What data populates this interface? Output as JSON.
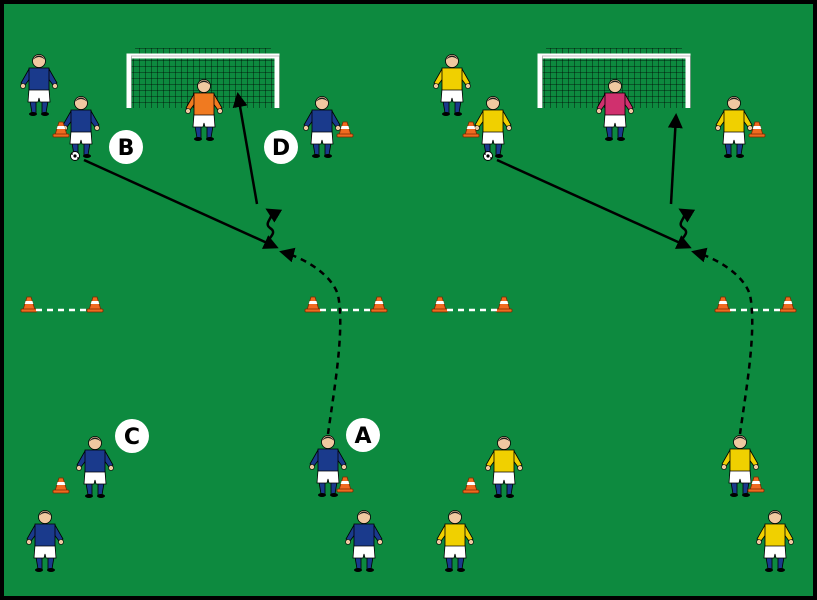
{
  "colors": {
    "pitch": "#0d8a3f",
    "border": "#000000",
    "team_blue_shirt": "#1a3a8c",
    "team_yellow_shirt": "#f0d000",
    "shorts": "#ffffff",
    "socks": "#1a3a8c",
    "skin": "#f0c8a0",
    "hair": "#1a1a1a",
    "keeper_left": "#f07a20",
    "keeper_right": "#d0306e",
    "cone": "#f06a20",
    "cone_band": "#ffffff",
    "goal": "#ffffff",
    "net": "#000000",
    "arrow": "#000000"
  },
  "labels": {
    "a": "A",
    "b": "B",
    "c": "C",
    "d": "D"
  },
  "icons": {
    "player": "footballer-figure-icon",
    "keeper": "goalkeeper-figure-icon",
    "cone": "training-cone-icon",
    "ball": "football-icon",
    "goal": "goal-net-icon"
  }
}
